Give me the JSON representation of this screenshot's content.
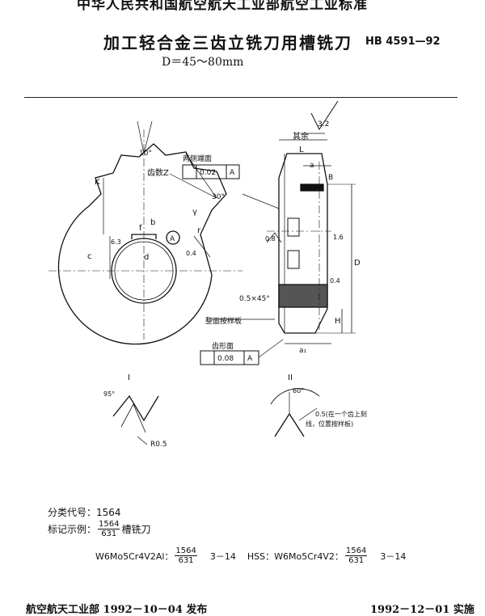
{
  "header": {
    "banner": "中华人民共和国航空航天工业部航空工业标准",
    "title": "加工轻合金三齿立铣刀用槽铣刀",
    "standard_no": "HB 4591—92",
    "range": "D＝45～80mm"
  },
  "drawing": {
    "angle_10": "10°",
    "teeth_label": "齿数Z",
    "side_runout": "两侧端面",
    "tol_side": "0.02",
    "datum": "A",
    "angle_30": "30°",
    "angle_gamma": "γ",
    "dim_b": "b",
    "dim_f": "f",
    "rough_63": "6.3",
    "rough_04a": "0.4",
    "circle_A": "A",
    "dim_d": "d",
    "dim_c": "c",
    "dim_k": "K",
    "dim_r": "r",
    "surface_other": "其余",
    "rough_32": "3.2",
    "dim_L": "L",
    "dim_a": "a",
    "dim_B": "B",
    "rough_08": "0.8",
    "rough_16": "1.6",
    "dim_D": "D",
    "rough_04b": "0.4",
    "chamfer": "0.5×45°",
    "tooth_mark_note": "整面按样板",
    "dim_H": "H",
    "profile_label": "齿形面",
    "tol_profile": "0.08",
    "dim_a1": "a₁",
    "detail_I": "I",
    "angle_95": "95°",
    "radius": "R0.5",
    "detail_II": "II",
    "angle_60": "60°",
    "note_05": "0.5(在一个齿上刻",
    "note_05b": "线，位置按样板)"
  },
  "classification": {
    "label": "分类代号：",
    "value": "1564"
  },
  "marking": {
    "label": "标记示例：",
    "frac_num": "1564",
    "frac_den": "631",
    "suffix": "槽铣刀"
  },
  "example": {
    "mat1": "W6Mo5Cr4V2Al：",
    "frac1_num": "1564",
    "frac1_den": "631",
    "code1": "3－14",
    "mat2": "HSS：W6Mo5Cr4V2：",
    "frac2_num": "1564",
    "frac2_den": "631",
    "code2": "3－14"
  },
  "footer": {
    "issuer": "航空航天工业部 1992－10－04 发布",
    "effective": "1992－12－01 实施"
  }
}
